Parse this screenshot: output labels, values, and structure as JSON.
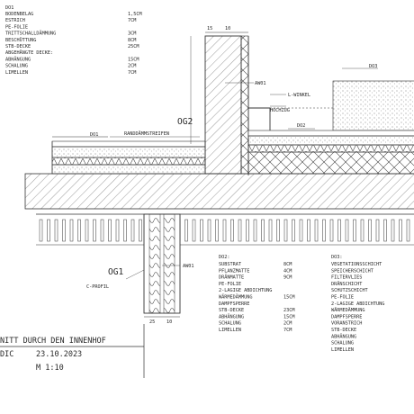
{
  "d01": {
    "heading": "DO1",
    "layers": [
      {
        "name": "BODENBELAG",
        "value": "1,5CM"
      },
      {
        "name": "ESTRICH",
        "value": "7CM"
      },
      {
        "name": "PE-FOLIE",
        "value": ""
      },
      {
        "name": "TRITTSCHALLDÄMMUNG",
        "value": "3CM"
      },
      {
        "name": "BESCHÜTTUNG",
        "value": "8CM"
      },
      {
        "name": "STB-DECKE",
        "value": "25CM"
      },
      {
        "name": "ABGEHÄNGTE DECKE:",
        "value": ""
      },
      {
        "name": "ABHÄNGUNG",
        "value": "15CM"
      },
      {
        "name": "SCHALUNG",
        "value": "2CM"
      },
      {
        "name": "LIMELLEN",
        "value": "7CM"
      }
    ]
  },
  "d02": {
    "heading": "DO2:",
    "layers": [
      {
        "name": "SUBSTRAT",
        "value": "8CM"
      },
      {
        "name": "PFLANZMATTE",
        "value": "4CM"
      },
      {
        "name": "DRÄNMATTE",
        "value": "9CM"
      },
      {
        "name": "PE-FOLIE",
        "value": ""
      },
      {
        "name": "2-LAGIGE ABDICHTUNG",
        "value": ""
      },
      {
        "name": "WÄRMEDÄMMUNG",
        "value": "15CM"
      },
      {
        "name": "DAMPFSPERRE",
        "value": ""
      },
      {
        "name": "STB-DECKE",
        "value": "23CM"
      },
      {
        "name": "ABHÄNGUNG",
        "value": "15CM"
      },
      {
        "name": "SCHALUNG",
        "value": "2CM"
      },
      {
        "name": "LIMELLEN",
        "value": "7CM"
      }
    ]
  },
  "d03": {
    "heading": "DO3:",
    "layers": [
      "VEGETATIONSSCHICHT",
      "SPEICHERSCHICHT",
      "FILTERVLIES",
      "DRÄNSCHICHT",
      "SCHUTZSCHICHT",
      "PE-FOLIE",
      "2-LAGIGE ABDICHTUNG",
      "WÄRMEDÄMMUNG",
      "DAMPFSPERRE",
      "VORANSTRICH",
      "STB-DECKE",
      "ABHÄNGUNG",
      "SCHALUNG",
      "LIMELLEN"
    ]
  },
  "labels": {
    "og2": "OG2",
    "og1": "OG1",
    "randdaemm": "RANDDÄMMSTREIFEN",
    "l_winkel": "L-WINKEL",
    "hochzug": "HOCHZUG",
    "c_profil": "C-PROFIL",
    "do1_tag": "DO1",
    "do2_tag": "DO2",
    "do3_tag": "DO3",
    "aw01_top": "AW01",
    "aw01_bottom": "AW01",
    "dim_15": "15",
    "dim_10": "10",
    "dim_25": "25"
  },
  "title_block": {
    "title": "NITT DURCH DEN INNENHOF",
    "author": "DIC",
    "date": "23.10.2023",
    "scale": "M 1:10"
  },
  "colors": {
    "ink": "#2a2a2a",
    "paper": "#ffffff"
  }
}
